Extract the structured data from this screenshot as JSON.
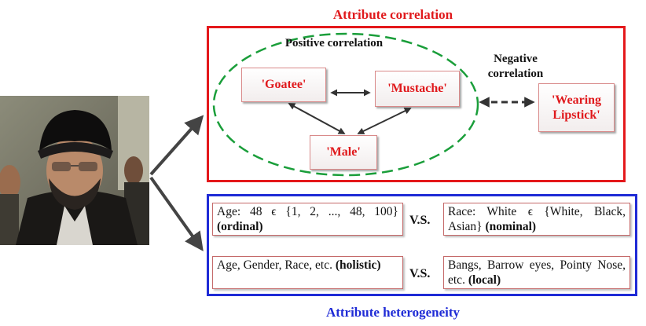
{
  "titles": {
    "correlation": "Attribute correlation",
    "heterogeneity": "Attribute heterogeneity"
  },
  "correlation_panel": {
    "positive_label": "Positive correlation",
    "negative_label": "Negative correlation",
    "nodes": {
      "goatee": "'Goatee'",
      "mustache": "'Mustache'",
      "male": "'Male'",
      "wearing_lipstick": "'Wearing Lipstick'"
    },
    "colors": {
      "border": "#e4181b",
      "ellipse": "#1a9e3a",
      "node_text": "#e0191c"
    }
  },
  "heterogeneity_panel": {
    "row1": {
      "left": {
        "text": "Age: 48 ϵ {1, 2, ..., 48, 100}",
        "tag": "(ordinal)"
      },
      "vs": "V.S.",
      "right": {
        "text": "Race: White ϵ {White, Black, Asian}",
        "tag": "(nominal)"
      }
    },
    "row2": {
      "left": {
        "text": "Age, Gender, Race, etc.",
        "tag": "(holistic)"
      },
      "vs": "V.S.",
      "right": {
        "text": "Bangs, Barrow eyes, Pointy Nose, etc.",
        "tag": "(local)"
      }
    },
    "colors": {
      "border": "#1f2bd6"
    }
  },
  "photo": {
    "subject": "face-photo"
  }
}
